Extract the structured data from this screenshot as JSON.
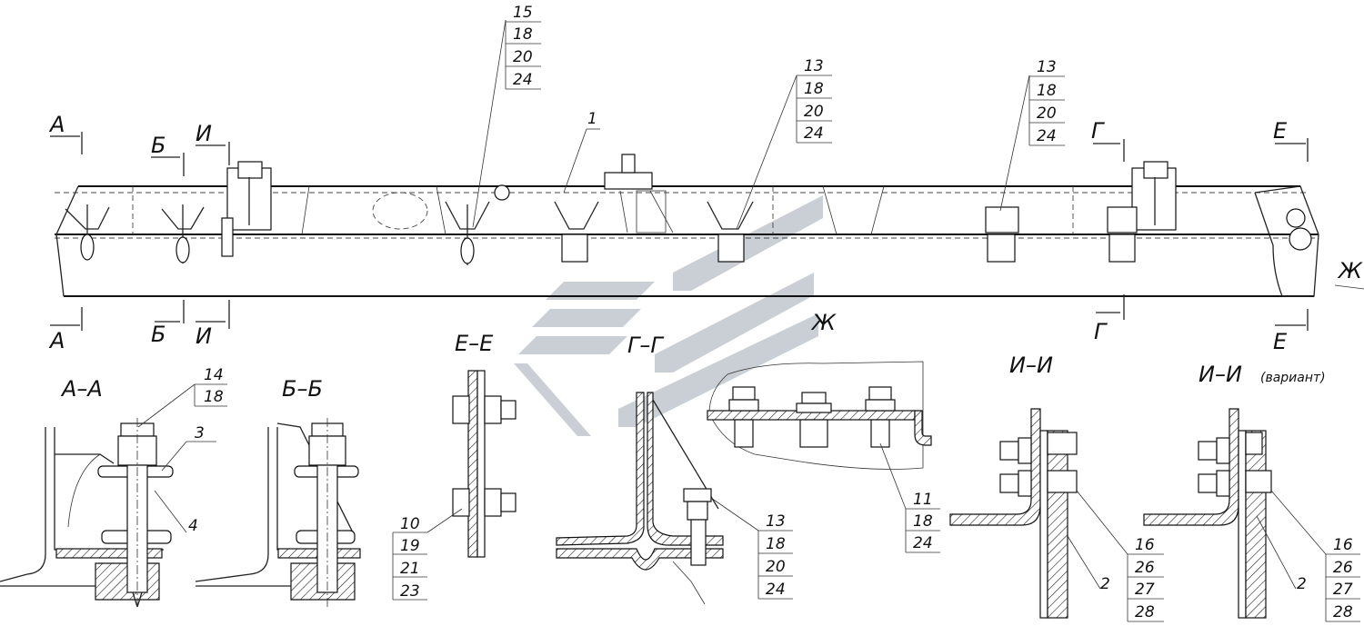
{
  "drawing": {
    "watermark_icon": "stylized-stripes-logo",
    "colors": {
      "line": "#111111",
      "watermark": "#c9cfd4",
      "background": "#ffffff"
    },
    "section_marks": {
      "a": "А",
      "b": "Б",
      "i": "И",
      "g": "Г",
      "e": "Е",
      "zh": "Ж"
    },
    "view_titles": {
      "aa": "А–А",
      "bb": "Б–Б",
      "ee": "Е–Е",
      "gg": "Г–Г",
      "zh": "Ж",
      "ii": "И–И",
      "ii_variant": "И–И",
      "ii_variant_note": "(вариант)"
    },
    "callouts": {
      "c1": {
        "items": [
          "15",
          "18",
          "20",
          "24"
        ]
      },
      "c2": {
        "items": [
          "1"
        ]
      },
      "c3": {
        "items": [
          "13",
          "18",
          "20",
          "24"
        ]
      },
      "c4": {
        "items": [
          "13",
          "18",
          "20",
          "24"
        ]
      },
      "c5": {
        "items": [
          "14",
          "18"
        ]
      },
      "c6": {
        "items": [
          "3"
        ]
      },
      "c7": {
        "items": [
          "4"
        ]
      },
      "c8": {
        "items": [
          "10",
          "19",
          "21",
          "23"
        ]
      },
      "c9": {
        "items": [
          "13",
          "18",
          "20",
          "24"
        ]
      },
      "c10": {
        "items": [
          "11",
          "18",
          "24"
        ]
      },
      "c11": {
        "items": [
          "2"
        ]
      },
      "c12": {
        "items": [
          "16",
          "26",
          "27",
          "28"
        ]
      },
      "c13": {
        "items": [
          "2"
        ]
      },
      "c14": {
        "items": [
          "16",
          "26",
          "27",
          "28"
        ]
      }
    }
  }
}
